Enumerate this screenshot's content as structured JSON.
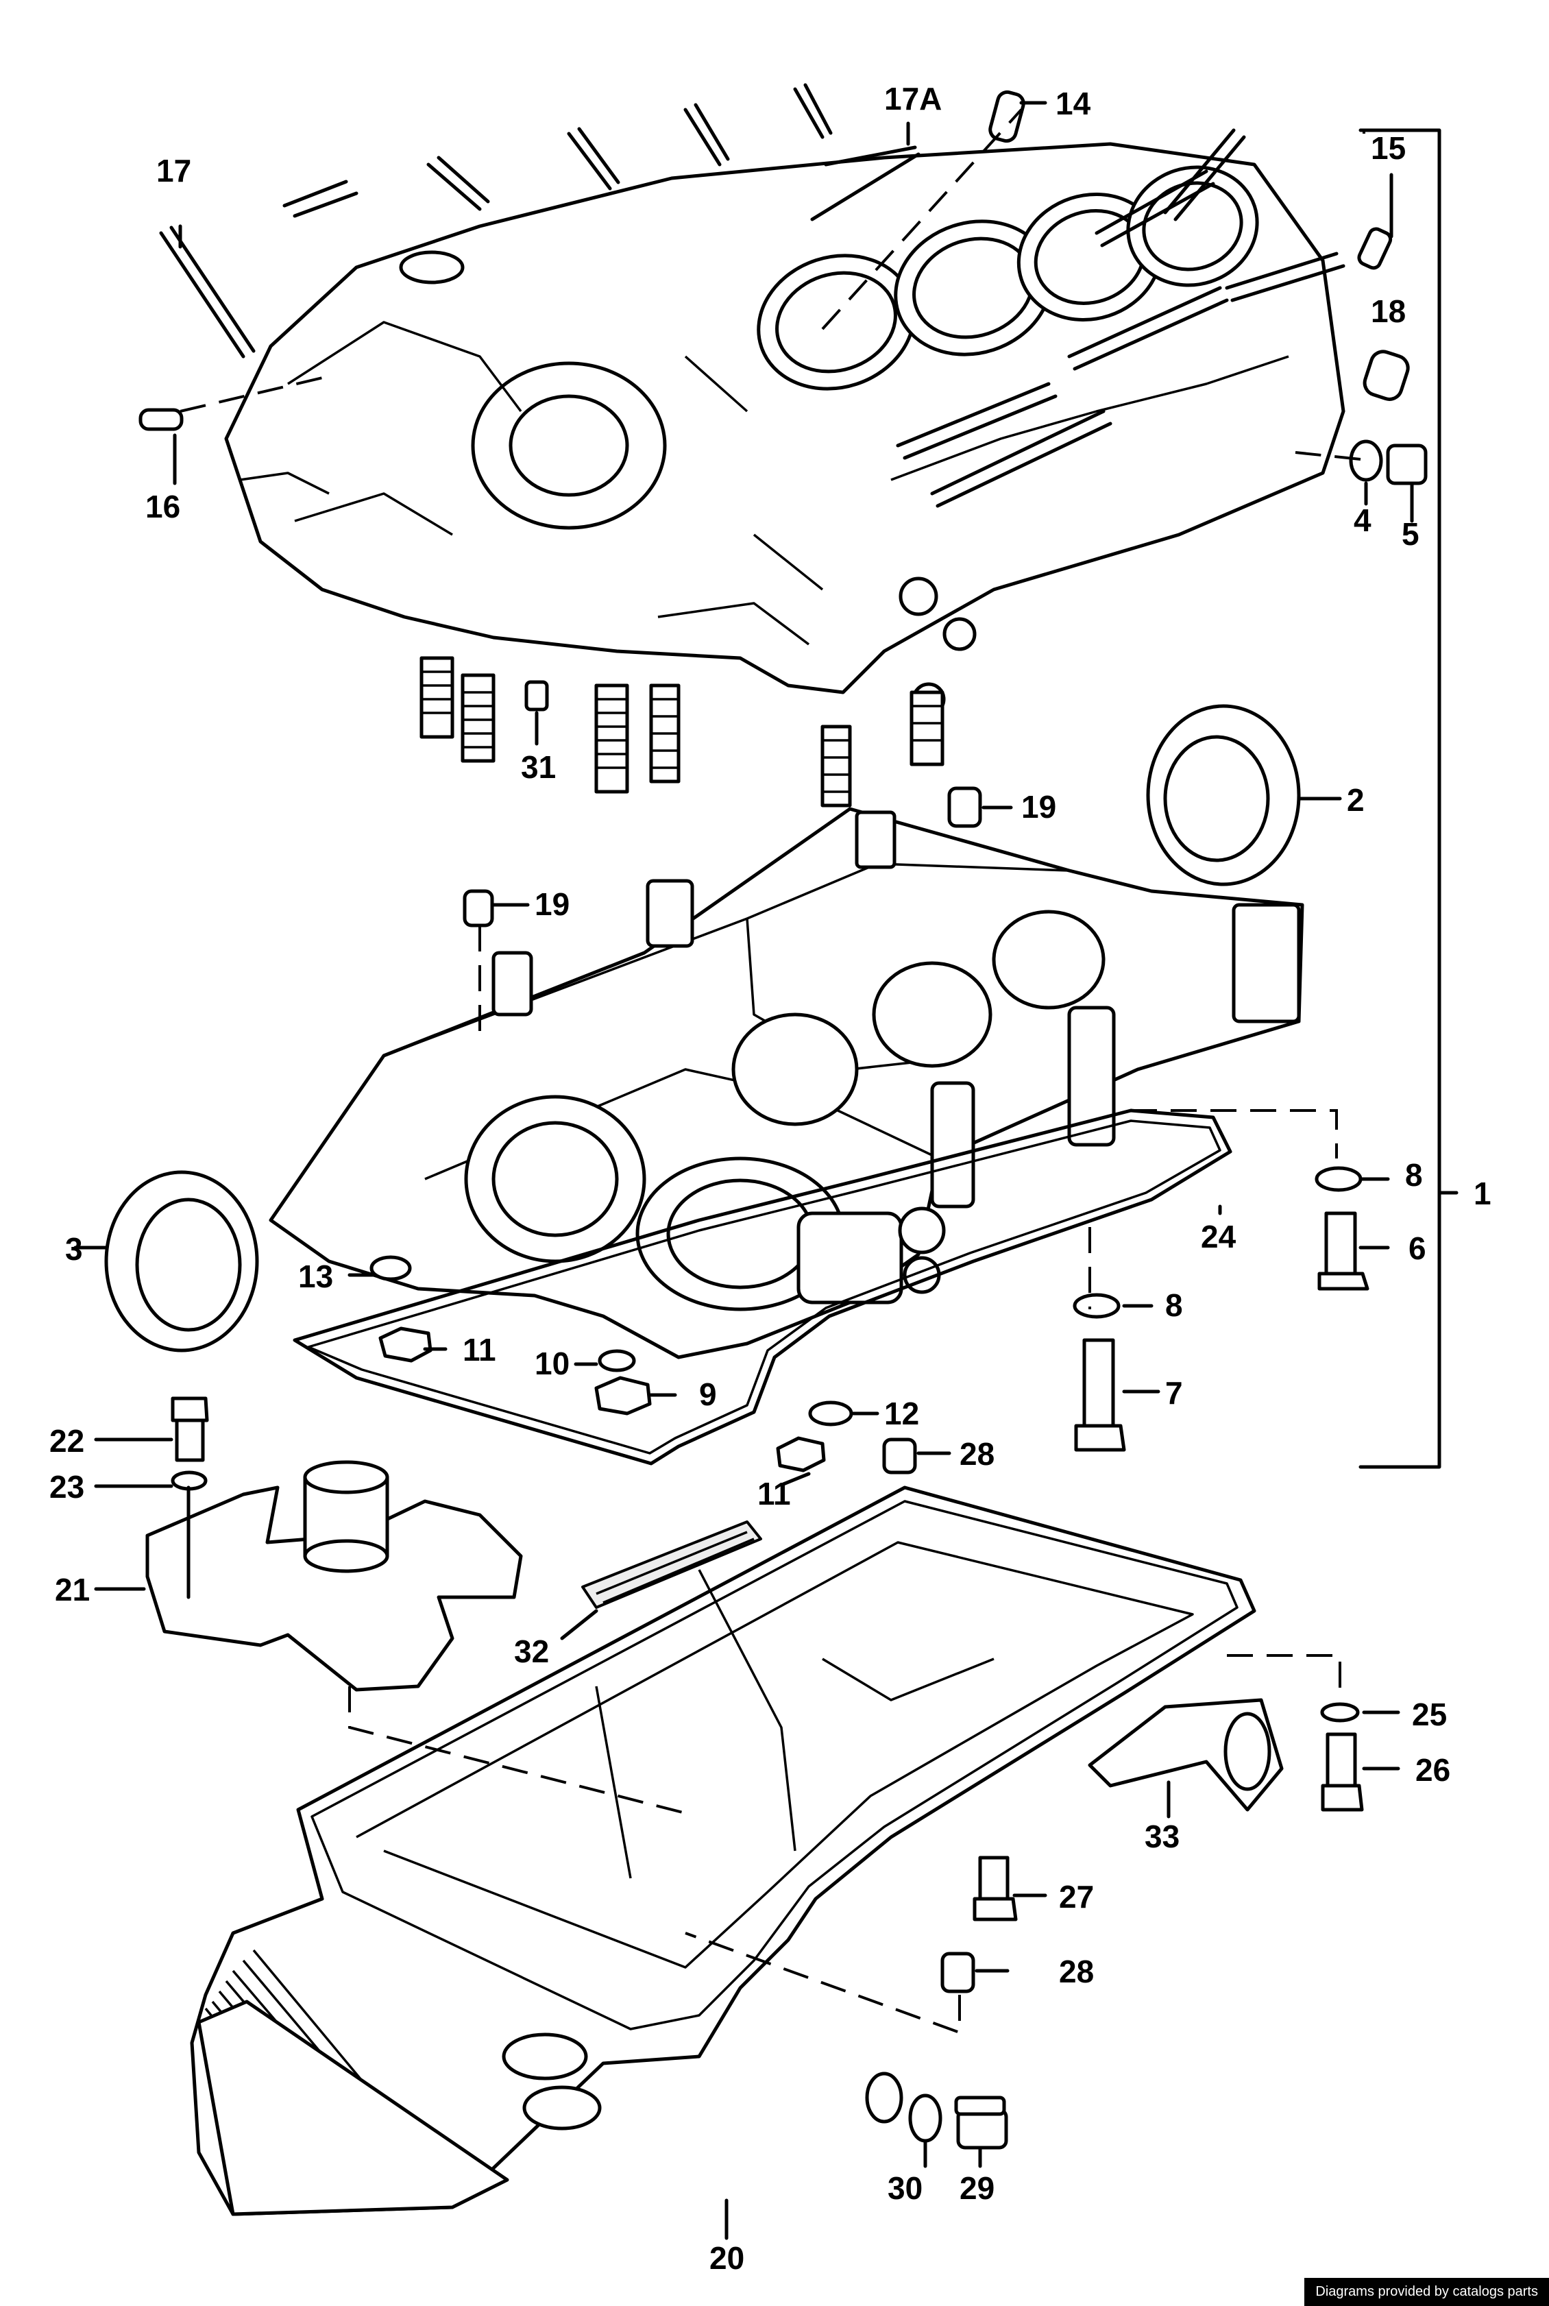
{
  "diagram": {
    "callouts": {
      "p1": "1",
      "p2": "2",
      "p3": "3",
      "p4": "4",
      "p5": "5",
      "p6": "6",
      "p7": "7",
      "p8a": "8",
      "p8b": "8",
      "p9": "9",
      "p10": "10",
      "p11a": "11",
      "p11b": "11",
      "p12": "12",
      "p13": "13",
      "p14": "14",
      "p15": "15",
      "p16": "16",
      "p17": "17",
      "p17A": "17A",
      "p18": "18",
      "p19a": "19",
      "p19b": "19",
      "p20": "20",
      "p21": "21",
      "p22": "22",
      "p23": "23",
      "p24": "24",
      "p25": "25",
      "p26": "26",
      "p27": "27",
      "p28a": "28",
      "p28b": "28",
      "p29": "29",
      "p30": "30",
      "p31": "31",
      "p32": "32",
      "p33": "33"
    }
  },
  "footer": {
    "credit": "Diagrams provided by catalogs parts"
  }
}
